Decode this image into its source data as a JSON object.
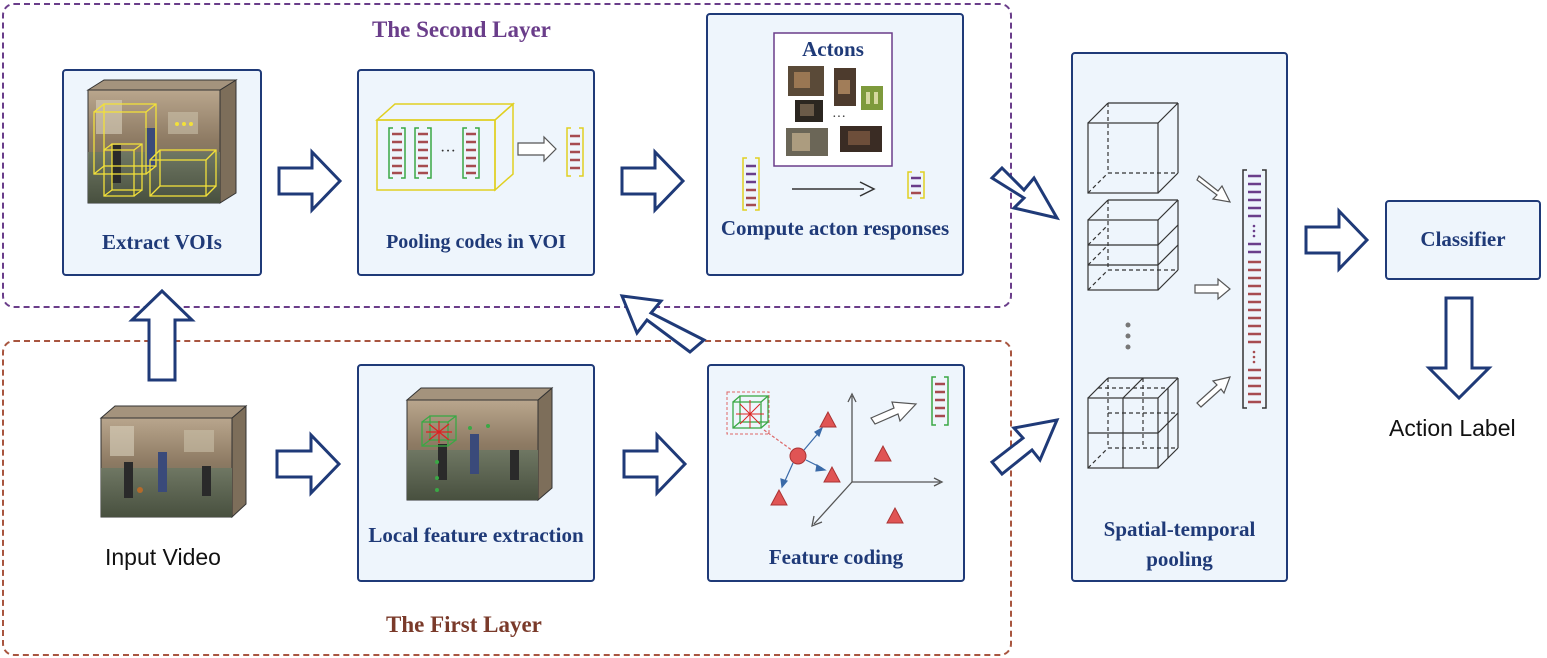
{
  "layers": {
    "second": "The Second Layer",
    "first": "The First Layer"
  },
  "stages": {
    "extract_vois": "Extract VOIs",
    "pooling_codes": "Pooling codes in VOI",
    "actons_title": "Actons",
    "compute_acton": "Compute acton responses",
    "local_feature": "Local feature extraction",
    "feature_coding": "Feature coding",
    "spatial_temporal": "Spatial-temporal pooling",
    "classifier": "Classifier"
  },
  "labels": {
    "input_video": "Input Video",
    "action_label": "Action Label",
    "ellipsis": "···"
  },
  "colors": {
    "navy": "#1f3a78",
    "purple": "#6a3d8a",
    "brown": "#a8553f",
    "panel_bg": "#eef5fc",
    "bar_red": "#a64b50",
    "bar_purple": "#6a3d8a",
    "bracket_green": "#3aa845",
    "bracket_yellow": "#e0d021",
    "triangle_red": "#e05454"
  }
}
